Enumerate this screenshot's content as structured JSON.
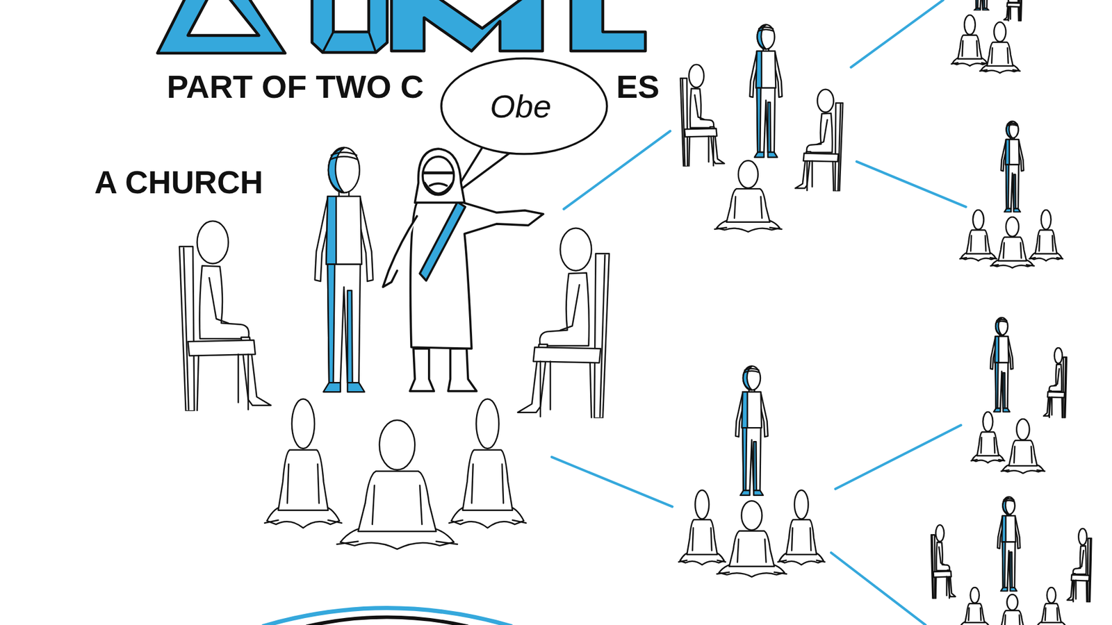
{
  "diagram": {
    "nodes": [
      {
        "text": [
          "Obe"
        ]
      }
    ],
    "labels": [
      "PART OF TWO C",
      "ES",
      "A CHURCH"
    ]
  }
}
